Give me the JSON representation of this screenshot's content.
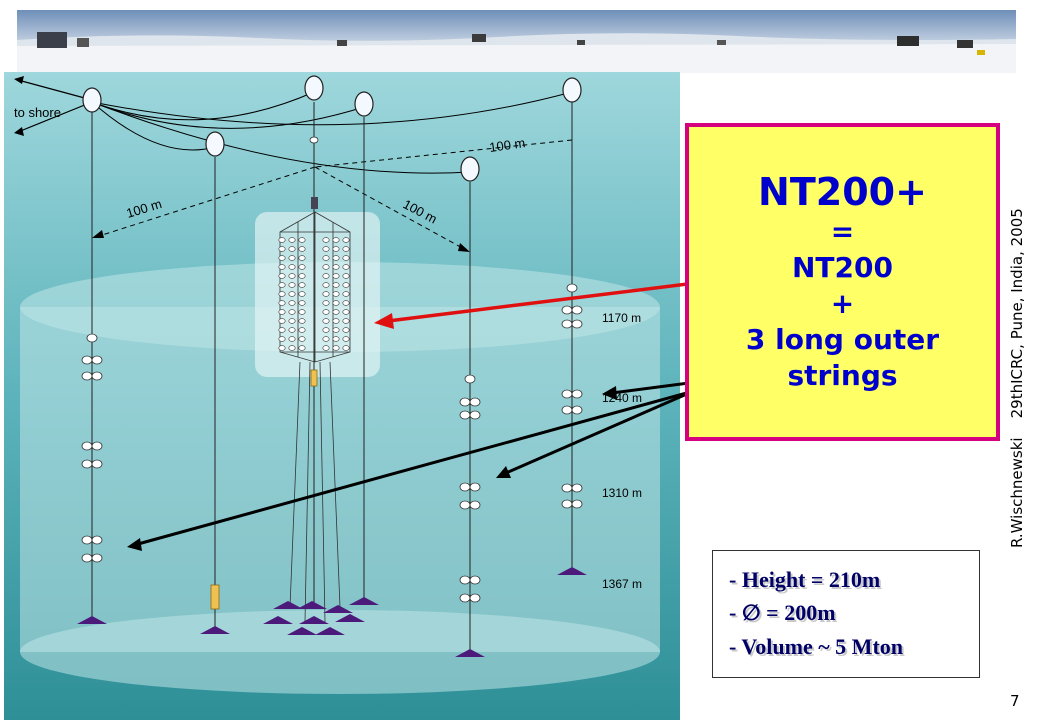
{
  "box": {
    "title": "NT200+",
    "eq": "=",
    "line1": "NT200",
    "plus": "+",
    "line2": "3 long outer",
    "line3": "strings"
  },
  "specs": {
    "height": "- Height = 210m",
    "diameter_prefix": "- ",
    "diameter_symbol": "∅",
    "diameter_value": " = 200m",
    "volume": "- Volume ~ 5 Mton"
  },
  "diagram": {
    "to_shore": "to shore",
    "dist_top": "100 m",
    "dist_left": "100 m",
    "dist_right": "100 m",
    "depth_1": "1170 m",
    "depth_2": "1240 m",
    "depth_3": "1310 m",
    "depth_4": "1367 m"
  },
  "credit": "R.Wischnewski    29thICRC, Pune, India, 2005",
  "page_number": "7",
  "colors": {
    "water_top": "#8fd0d6",
    "water_bottom": "#2e8f97",
    "box_fill": "#ffff66",
    "box_border": "#d4007f",
    "box_text": "#0000cc",
    "anchor": "#4b1a7a",
    "red_arrow": "#e01010"
  }
}
